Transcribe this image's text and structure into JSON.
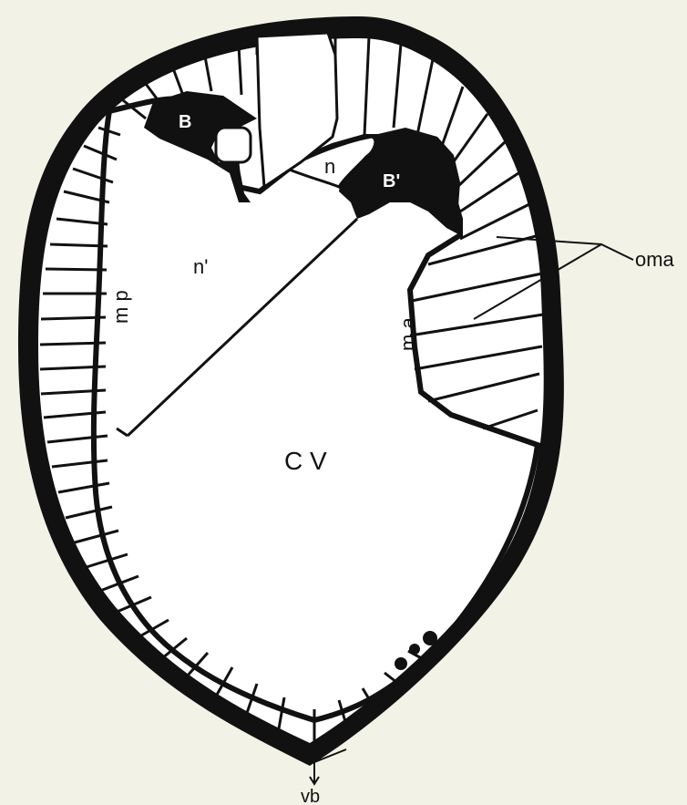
{
  "diagram": {
    "labels": {
      "B": "B",
      "B_prime": "B'",
      "n": "n",
      "n_prime": "n'",
      "mp": "m p",
      "ma": "m a",
      "cv": "C V",
      "oma": "oma",
      "vb": "vb"
    },
    "colors": {
      "background": "#f3f2e6",
      "ink": "#111111",
      "cell_fill": "#ffffff"
    }
  }
}
